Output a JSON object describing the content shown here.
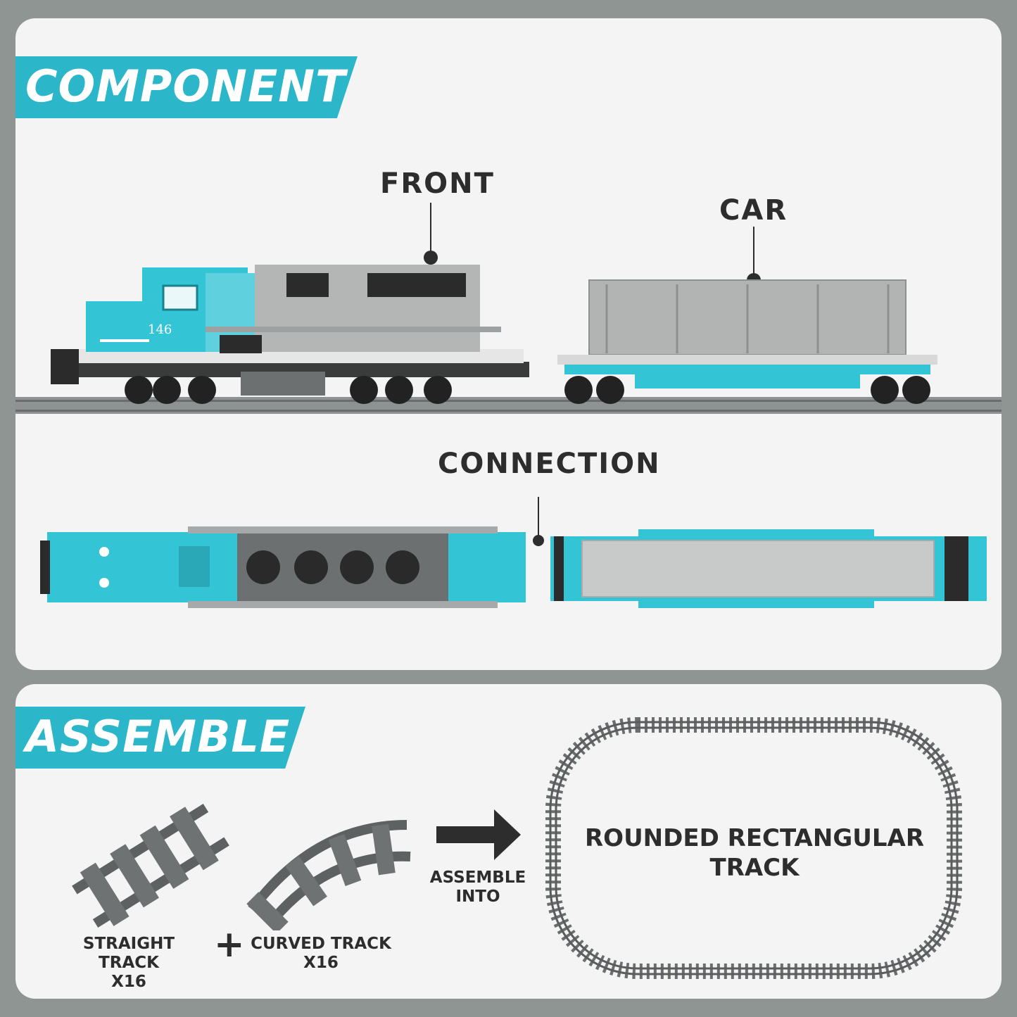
{
  "component": {
    "heading": "COMPONENT",
    "front_label": "FRONT",
    "car_label": "CAR",
    "connection_label": "CONNECTION",
    "loco_number": "146"
  },
  "assemble": {
    "heading": "ASSEMBLE",
    "straight_label": "STRAIGHT TRACK",
    "straight_qty": "X16",
    "plus": "+",
    "curved_label": "CURVED TRACK",
    "curved_qty": "X16",
    "arrow_label_1": "ASSEMBLE",
    "arrow_label_2": "INTO",
    "result_line_1": "ROUNDED RECTANGULAR",
    "result_line_2": "TRACK"
  },
  "colors": {
    "teal": "#2cb6c9",
    "gray": "#a9abab",
    "dark": "#2d2d2d",
    "background": "#8e9592",
    "panel": "#f4f4f4"
  }
}
